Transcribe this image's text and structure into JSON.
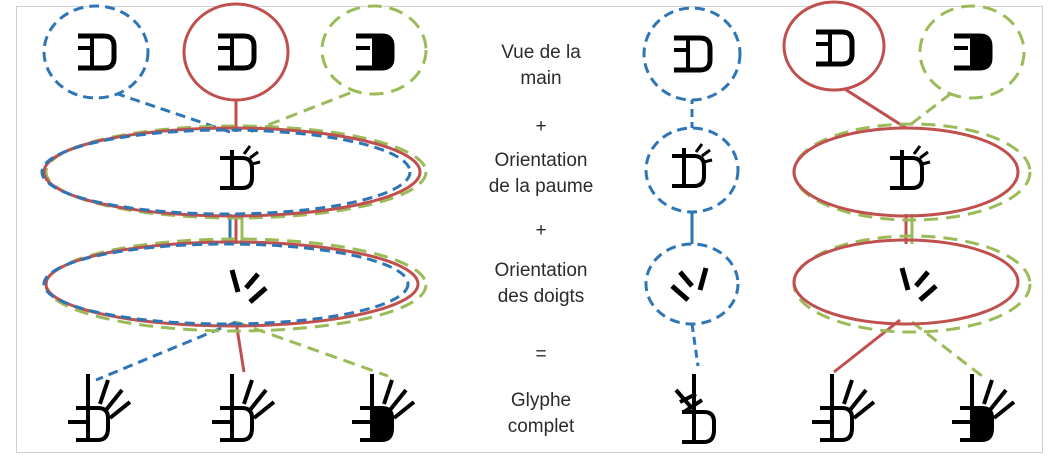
{
  "legend_text": {
    "line1": "Vue de la",
    "line2": "main",
    "plus1": "+",
    "line3": "Orientation",
    "line4": "de la paume",
    "plus2": "+",
    "line5": "Orientation",
    "line6": "des doigts",
    "equals": "=",
    "line7": "Glyphe",
    "line8": "complet"
  },
  "colors": {
    "red": "#c0504d",
    "blue": "#2e75b6",
    "green": "#9bbb59",
    "glyph": "#000000"
  }
}
